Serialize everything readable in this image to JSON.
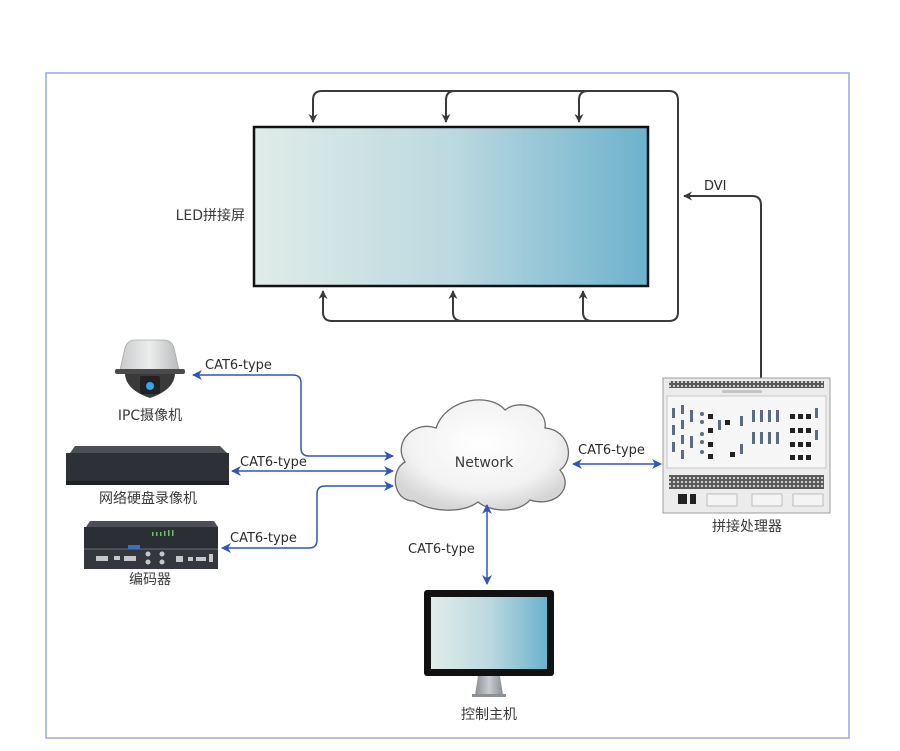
{
  "diagram": {
    "title": "LED拼接屏 系统连接示意图",
    "colors": {
      "frame": "#9aa8e0",
      "hdmi_line": "#3a3a3a",
      "network_line": "#2f55b8",
      "screen_gradient_start": "#e0ece8",
      "screen_gradient_end": "#6cb2cc"
    },
    "nodes": {
      "led_wall": {
        "label": "LED拼接屏",
        "icon": "led-video-wall"
      },
      "processor": {
        "label": "拼接处理器",
        "icon": "rack-processor"
      },
      "network": {
        "label": "Network",
        "icon": "cloud"
      },
      "ipc_camera": {
        "label": "IPC摄像机",
        "icon": "dome-camera"
      },
      "nvr": {
        "label": "网络硬盘录像机",
        "icon": "nvr-box"
      },
      "encoder": {
        "label": "编码器",
        "icon": "encoder-box"
      },
      "control_host": {
        "label": "控制主机",
        "icon": "monitor"
      }
    },
    "edges": [
      {
        "from": "processor",
        "to": "led_wall",
        "label": "DVI",
        "style": "dark",
        "direction": "to"
      },
      {
        "from": "network",
        "to": "ipc_camera",
        "label": "CAT6-type",
        "style": "blue",
        "direction": "both"
      },
      {
        "from": "network",
        "to": "nvr",
        "label": "CAT6-type",
        "style": "blue",
        "direction": "both"
      },
      {
        "from": "network",
        "to": "encoder",
        "label": "CAT6-type",
        "style": "blue",
        "direction": "both"
      },
      {
        "from": "network",
        "to": "processor",
        "label": "CAT6-type",
        "style": "blue",
        "direction": "both"
      },
      {
        "from": "network",
        "to": "control_host",
        "label": "CAT6-type",
        "style": "blue",
        "direction": "both"
      }
    ]
  }
}
